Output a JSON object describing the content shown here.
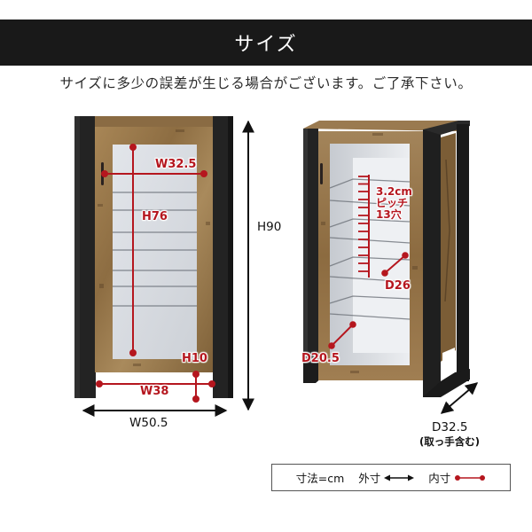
{
  "header": {
    "title": "サイズ"
  },
  "notice": "サイズに多少の誤差が生じる場合がございます。ご了承下さい。",
  "front_view": {
    "inner_width_top": "W32.5",
    "inner_height": "H76",
    "leg_height": "H10",
    "inner_width_bottom": "W38",
    "outer_width": "W50.5",
    "outer_height": "H90"
  },
  "side_view": {
    "shelf_pitch_line1": "3.2cm",
    "shelf_pitch_line2": "ピッチ",
    "shelf_pitch_line3": "13穴",
    "shelf_depth": "D26",
    "bottom_depth": "D20.5",
    "outer_depth": "D32.5",
    "outer_depth_note": "(取っ手含む)"
  },
  "legend": {
    "unit": "寸法=cm",
    "outer_label": "外寸",
    "inner_label": "内寸"
  },
  "colors": {
    "header_bg": "#191919",
    "dimension_red": "#b5161e",
    "frame_black": "#1e1e1e",
    "wood": "#9c7a4c",
    "glass": "#d8dbe0"
  }
}
